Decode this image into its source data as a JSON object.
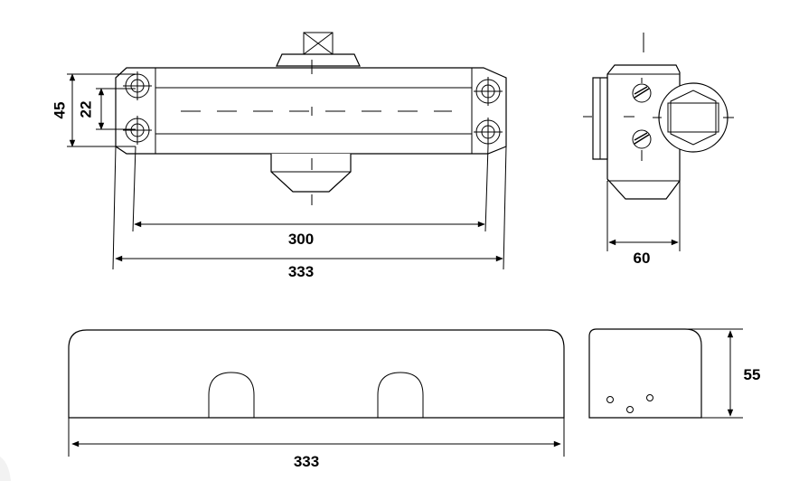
{
  "dimensions": {
    "height_outer": "45",
    "height_inner": "22",
    "hole_spacing": "300",
    "overall_length": "333",
    "side_width": "60",
    "cover_length": "333",
    "cover_height": "55"
  }
}
